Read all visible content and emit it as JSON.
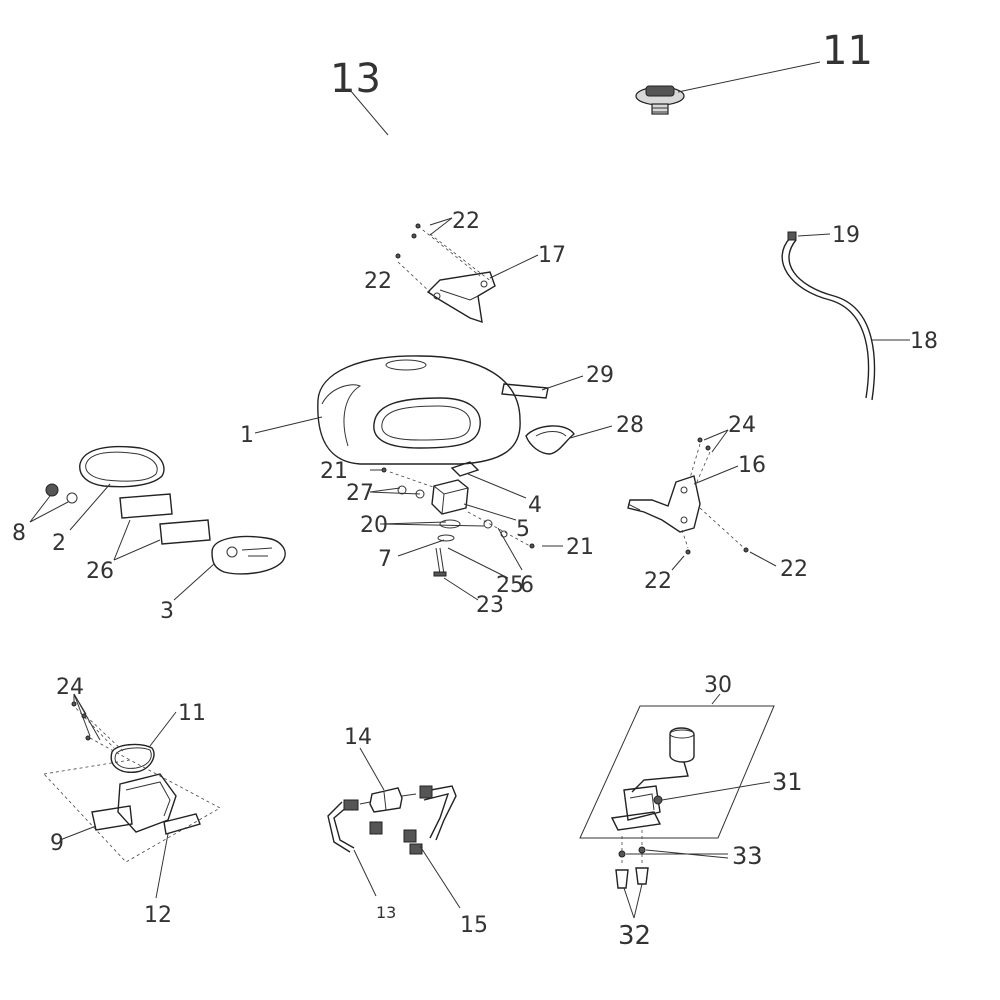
{
  "labels": {
    "n1": "1",
    "n2": "2",
    "n3": "3",
    "n4": "4",
    "n5": "5",
    "n6": "6",
    "n7": "7",
    "n8": "8",
    "n9": "9",
    "n11a": "11",
    "n11b": "11",
    "n12": "12",
    "n13a": "13",
    "n13b": "13",
    "n14": "14",
    "n15": "15",
    "n16": "16",
    "n17": "17",
    "n18": "18",
    "n19": "19",
    "n20": "20",
    "n21a": "21",
    "n21b": "21",
    "n22a": "22",
    "n22b": "22",
    "n22c": "22",
    "n22d": "22",
    "n23": "23",
    "n24a": "24",
    "n24b": "24",
    "n25": "25",
    "n26": "26",
    "n27": "27",
    "n28": "28",
    "n29": "29",
    "n30": "30",
    "n31": "31",
    "n32": "32",
    "n33": "33"
  },
  "colors": {
    "line": "#222222",
    "label": "#333333",
    "label_bold": "#111111"
  }
}
